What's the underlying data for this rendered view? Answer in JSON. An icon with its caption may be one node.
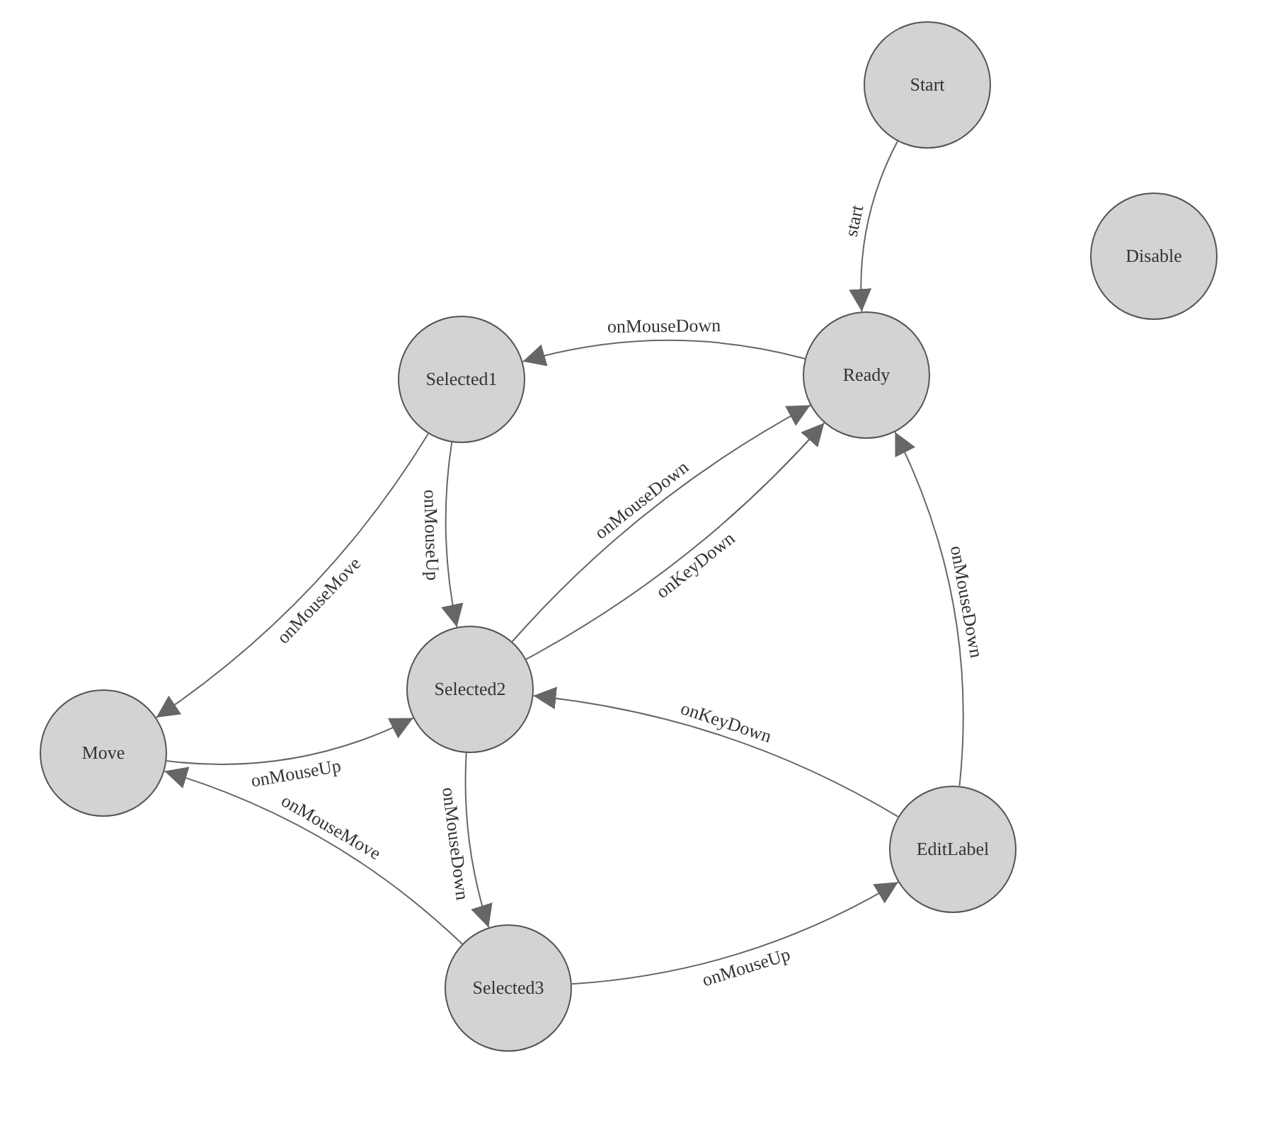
{
  "diagram": {
    "nodes": [
      {
        "text": [
          "Start"
        ]
      },
      {
        "text": [
          "Disable"
        ]
      },
      {
        "text": [
          "Ready"
        ]
      },
      {
        "text": [
          "Selected1"
        ]
      },
      {
        "text": [
          "Move"
        ]
      },
      {
        "text": [
          "Selected2"
        ]
      },
      {
        "text": [
          "EditLabel"
        ]
      },
      {
        "text": [
          "Selected3"
        ]
      }
    ],
    "edges": [
      {
        "from": 0,
        "to": 2,
        "arrow": "to",
        "label": "start"
      },
      {
        "from": 2,
        "to": 3,
        "arrow": "to",
        "label": "onMouseDown"
      },
      {
        "from": 3,
        "to": 4,
        "arrow": "to",
        "label": "onMouseMove"
      },
      {
        "from": 3,
        "to": 5,
        "arrow": "to",
        "label": "onMouseUp"
      },
      {
        "from": 5,
        "to": 2,
        "arrow": "to",
        "label": "onMouseDown"
      },
      {
        "from": 5,
        "to": 2,
        "arrow": "to",
        "label": "onKeyDown"
      },
      {
        "from": 4,
        "to": 5,
        "arrow": "to",
        "label": "onMouseUp"
      },
      {
        "from": 5,
        "to": 7,
        "arrow": "to",
        "label": "onMouseDown"
      },
      {
        "from": 7,
        "to": 4,
        "arrow": "to",
        "label": "onMouseMove"
      },
      {
        "from": 7,
        "to": 6,
        "arrow": "to",
        "label": "onMouseUp"
      },
      {
        "from": 6,
        "to": 5,
        "arrow": "to",
        "label": "onKeyDown"
      },
      {
        "from": 6,
        "to": 2,
        "arrow": "to",
        "label": "onMouseDown"
      }
    ]
  }
}
